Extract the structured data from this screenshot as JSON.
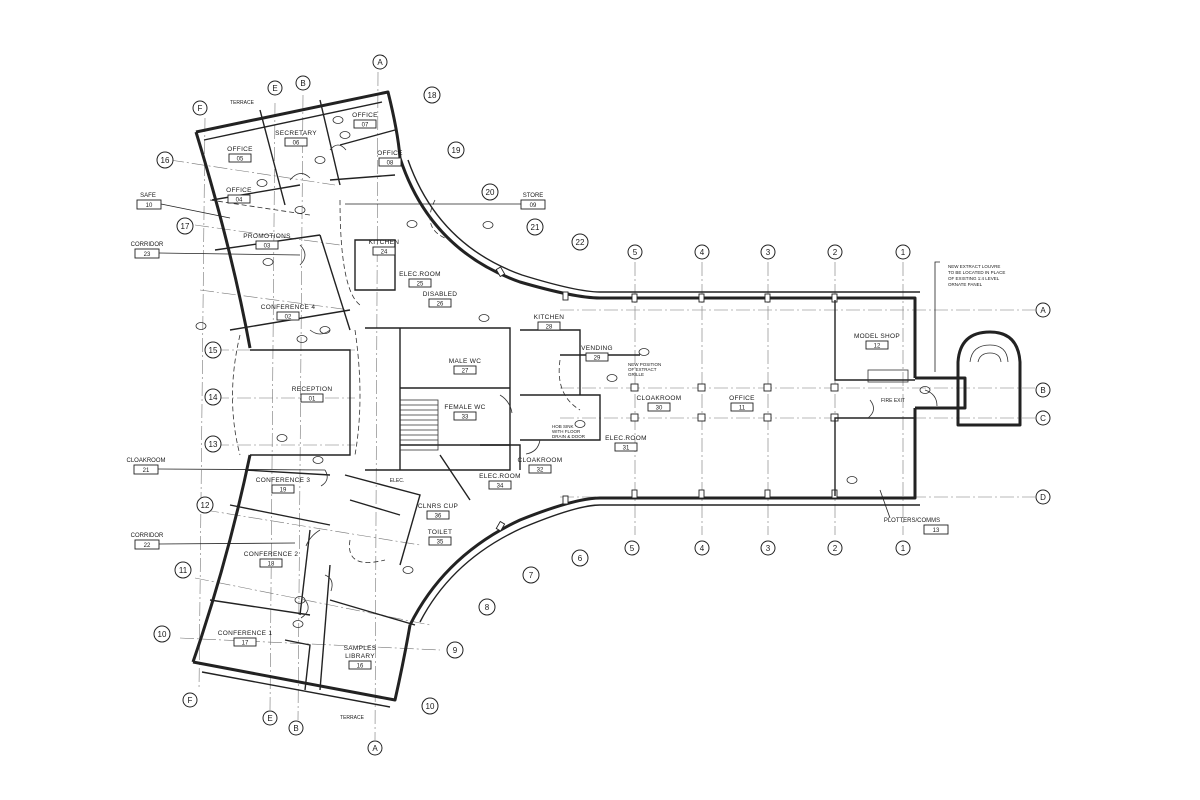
{
  "rooms": [
    {
      "key": "office07",
      "name": "OFFICE",
      "number": "07"
    },
    {
      "key": "secretary",
      "name": "SECRETARY",
      "number": "06"
    },
    {
      "key": "office05",
      "name": "OFFICE",
      "number": "05"
    },
    {
      "key": "office08",
      "name": "OFFICE",
      "number": "08"
    },
    {
      "key": "office04",
      "name": "OFFICE",
      "number": "04"
    },
    {
      "key": "promotions",
      "name": "PROMOTIONS",
      "number": "03"
    },
    {
      "key": "conference4",
      "name": "CONFERENCE 4",
      "number": "02"
    },
    {
      "key": "reception",
      "name": "RECEPTION",
      "number": "01"
    },
    {
      "key": "conference3",
      "name": "CONFERENCE 3",
      "number": "19"
    },
    {
      "key": "conference2",
      "name": "CONFERENCE 2",
      "number": "18"
    },
    {
      "key": "conference1",
      "name": "CONFERENCE 1",
      "number": "17"
    },
    {
      "key": "samples",
      "name": "SAMPLES",
      "name2": "LIBRARY",
      "number": "16"
    },
    {
      "key": "kitchen",
      "name": "KITCHEN",
      "number": "28"
    },
    {
      "key": "vending",
      "name": "VENDING",
      "number": "29"
    },
    {
      "key": "cloakroom30",
      "name": "CLOAKROOM",
      "number": "30"
    },
    {
      "key": "office11",
      "name": "OFFICE",
      "number": "11"
    },
    {
      "key": "modelshop",
      "name": "MODEL SHOP",
      "number": "12"
    },
    {
      "key": "malewc",
      "name": "MALE WC",
      "number": "27"
    },
    {
      "key": "femalewc",
      "name": "FEMALE WC",
      "number": "33"
    },
    {
      "key": "cloakroom32",
      "name": "CLOAKROOM",
      "number": "32"
    },
    {
      "key": "elecroom31",
      "name": "ELEC.ROOM",
      "number": "31"
    },
    {
      "key": "elecroom34",
      "name": "ELEC.ROOM",
      "number": "34"
    },
    {
      "key": "cleanerscup",
      "name": "CLNRS CUP",
      "number": "36"
    },
    {
      "key": "toilet",
      "name": "TOILET",
      "number": "35"
    },
    {
      "key": "kitchen24",
      "name": "KITCHEN",
      "number": "24"
    },
    {
      "key": "elecroom25",
      "name": "ELEC.ROOM",
      "number": "25"
    },
    {
      "key": "disabled",
      "name": "DISABLED",
      "number": "26"
    }
  ],
  "tags": [
    {
      "key": "safe",
      "name": "SAFE",
      "number": "10"
    },
    {
      "key": "corridor23",
      "name": "CORRIDOR",
      "number": "23"
    },
    {
      "key": "cloakroom21",
      "name": "CLOAKROOM",
      "number": "21"
    },
    {
      "key": "corridor22",
      "name": "CORRIDOR",
      "number": "22"
    },
    {
      "key": "store",
      "name": "STORE",
      "number": "09"
    },
    {
      "key": "plotters",
      "name": "PLOTTERS/COMMS",
      "number": "13"
    }
  ],
  "grid_bubbles": {
    "top_letters": [
      "F",
      "E",
      "B",
      "A"
    ],
    "bottom_letters": [
      "F",
      "E",
      "B",
      "A"
    ],
    "right_letters": [
      "A",
      "B",
      "C",
      "D"
    ],
    "top_numbers": [
      "5",
      "4",
      "3",
      "2",
      "1"
    ],
    "bottom_numbers": [
      "5",
      "4",
      "3",
      "2",
      "1"
    ],
    "left_numbers": [
      "16",
      "17",
      "15",
      "14",
      "13",
      "12",
      "11",
      "10"
    ],
    "wing_numbers": [
      "18",
      "19",
      "20",
      "21",
      "22",
      "6",
      "7",
      "8",
      "9",
      "10"
    ]
  },
  "notes": {
    "terrace_top": "TERRACE",
    "terrace_bottom": "TERRACE",
    "louvre": [
      "NEW EXTRACT LOUVRE",
      "TO BE LOCATED IN PLACE",
      "OF EXISTING 1:4 LEVEL",
      "ORNATE PANEL"
    ],
    "fire_exit": "FIRE EXIT",
    "elec": "ELEC.",
    "hob": [
      "HOB SINK",
      "WITH FLOOR",
      "DRAIN & DOOR"
    ],
    "hob2": [
      "NEW POSITION",
      "OF EXTRACT",
      "GRILLE"
    ],
    "disab_note": "DISABLED"
  },
  "colors": {
    "ink": "#222222",
    "paper": "#ffffff"
  }
}
